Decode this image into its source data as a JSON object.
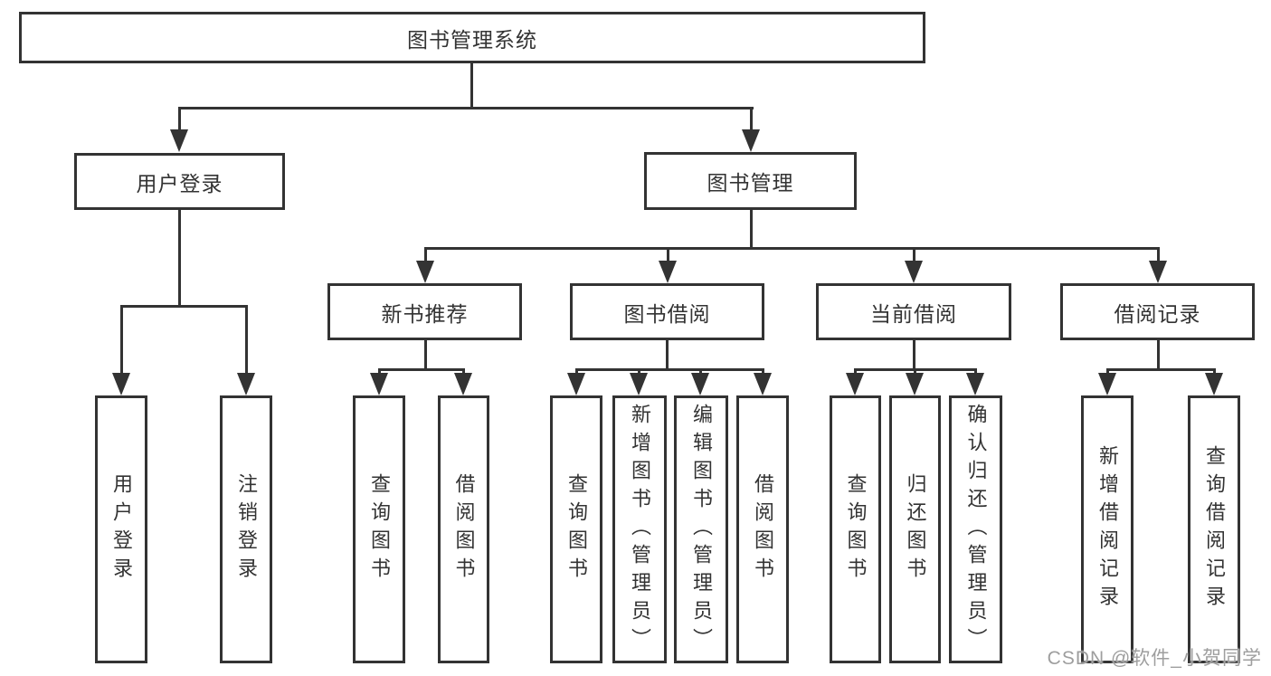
{
  "colors": {
    "line": "#333333",
    "box_border": "#333333",
    "text": "#333333",
    "watermark": "#9e9e9e",
    "background": "#ffffff"
  },
  "tree": {
    "label": "图书管理系统",
    "children": [
      {
        "label": "用户登录",
        "children": [
          {
            "label": "用户登录"
          },
          {
            "label": "注销登录"
          }
        ]
      },
      {
        "label": "图书管理",
        "children": [
          {
            "label": "新书推荐",
            "children": [
              {
                "label": "查询图书"
              },
              {
                "label": "借阅图书"
              }
            ]
          },
          {
            "label": "图书借阅",
            "children": [
              {
                "label": "查询图书"
              },
              {
                "label": "新增图书（管理员）"
              },
              {
                "label": "编辑图书（管理员）"
              },
              {
                "label": "借阅图书"
              }
            ]
          },
          {
            "label": "当前借阅",
            "children": [
              {
                "label": "查询图书"
              },
              {
                "label": "归还图书"
              },
              {
                "label": "确认归还（管理员）"
              }
            ]
          },
          {
            "label": "借阅记录",
            "children": [
              {
                "label": "新增借阅记录"
              },
              {
                "label": "查询借阅记录"
              }
            ]
          }
        ]
      }
    ]
  },
  "watermark": "CSDN @软件_小贺同学"
}
